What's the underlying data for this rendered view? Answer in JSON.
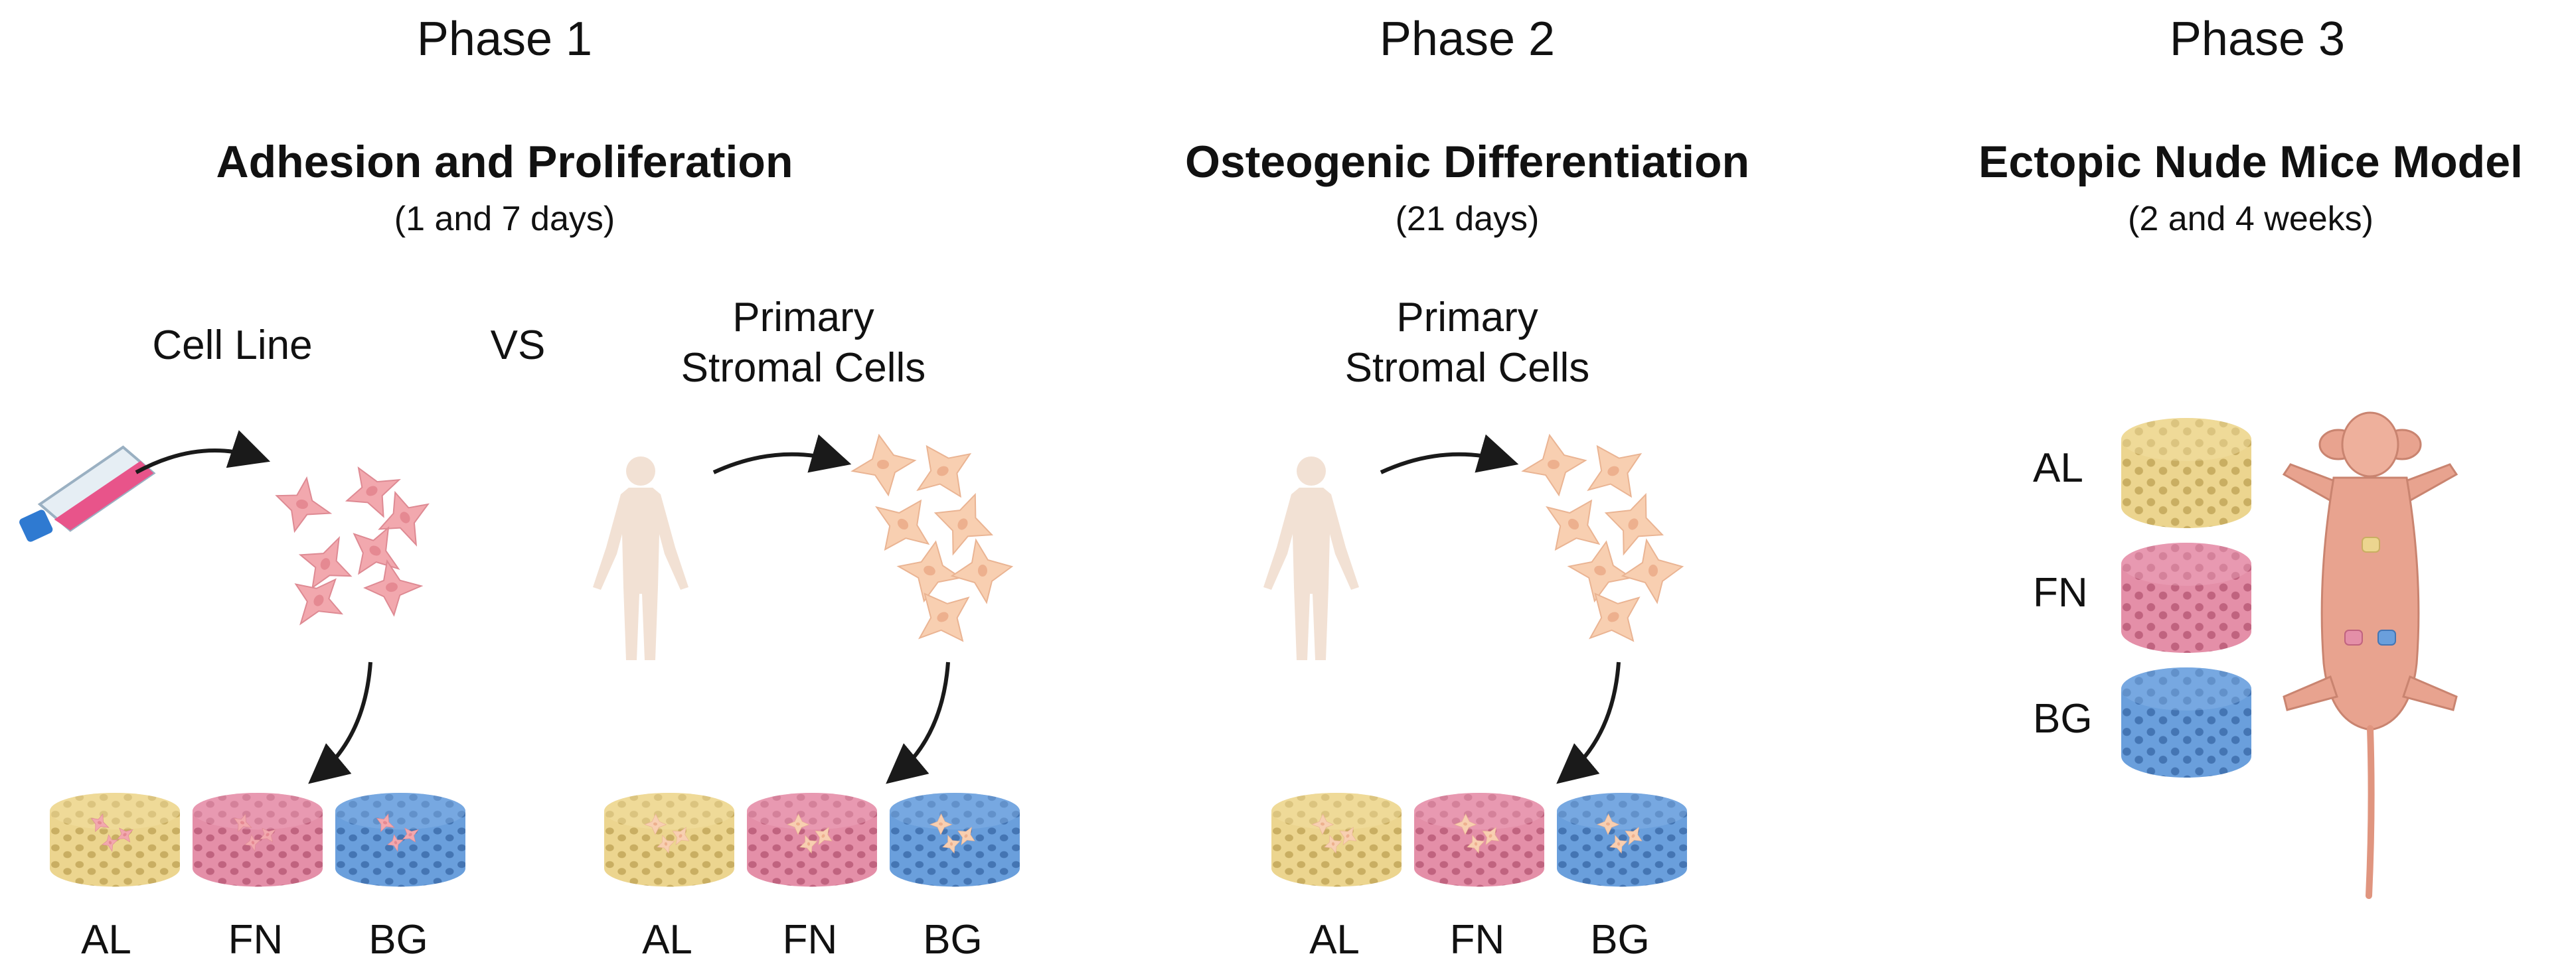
{
  "phases": [
    {
      "heading": "Phase 1",
      "title": "Adhesion and Proliferation",
      "duration": "(1 and 7 days)",
      "source_a": "Cell Line",
      "versus": "VS",
      "source_b_line1": "Primary",
      "source_b_line2": "Stromal Cells",
      "scaffolds_a": [
        "AL",
        "FN",
        "BG"
      ],
      "scaffolds_b": [
        "AL",
        "FN",
        "BG"
      ]
    },
    {
      "heading": "Phase 2",
      "title": "Osteogenic Differentiation",
      "duration": "(21 days)",
      "source_line1": "Primary",
      "source_line2": "Stromal Cells",
      "scaffolds": [
        "AL",
        "FN",
        "BG"
      ]
    },
    {
      "heading": "Phase 3",
      "title": "Ectopic Nude Mice Model",
      "duration": "(2 and 4 weeks)",
      "scaffolds": [
        "AL",
        "FN",
        "BG"
      ]
    }
  ],
  "colors": {
    "AL": "#ecd58f",
    "FN": "#e48fa8",
    "BG": "#6a9fdc",
    "cell_line": "#f2a8ae",
    "stromal": "#f8cfb1",
    "human": "#f2e1d4",
    "mouse": "#e8a38f",
    "arrow": "#1a1a1a"
  },
  "icons": [
    "culture-flask-icon",
    "human-silhouette-icon",
    "mouse-icon",
    "cell-icon",
    "scaffold-icon",
    "arrow-icon"
  ]
}
